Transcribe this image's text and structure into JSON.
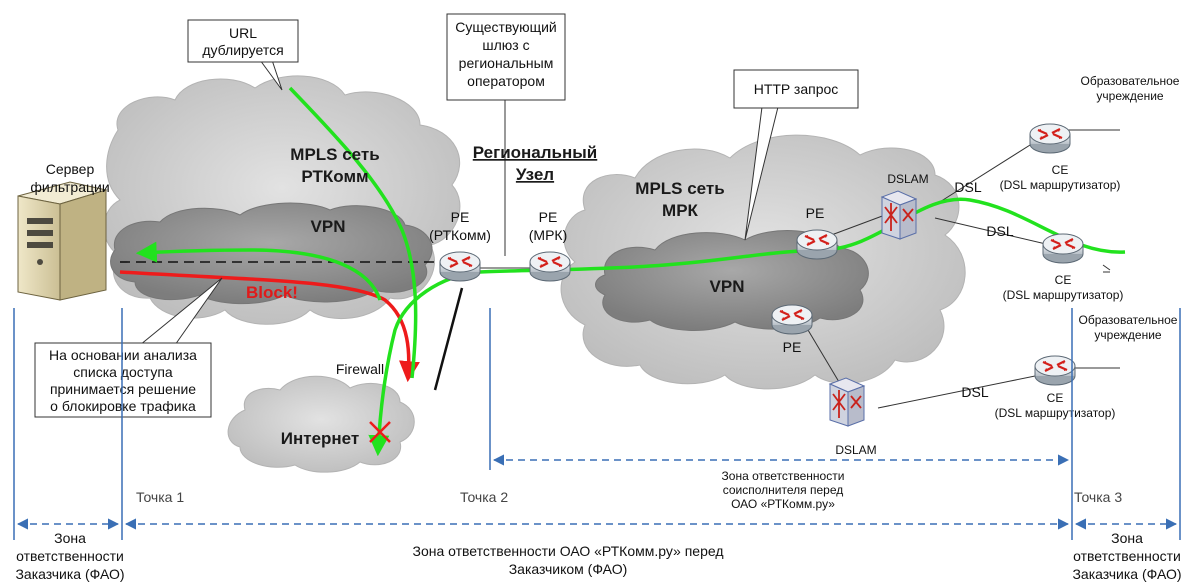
{
  "callouts": {
    "url": [
      "URL",
      "дублируется"
    ],
    "gateway": [
      "Существующий",
      "шлюз с",
      "региональным",
      "оператором"
    ],
    "http": "HTTP запрос",
    "analysis": [
      "На основании анализа",
      "списка доступа",
      "принимается решение",
      "о блокировке трафика"
    ]
  },
  "nodes": {
    "server": [
      "Сервер",
      "фильтрации"
    ],
    "mpls_rt": [
      "MPLS сеть",
      "РТКомм"
    ],
    "vpn_left": "VPN",
    "block": "Block!",
    "firewall": "Firewall",
    "internet": "Интернет",
    "regional": [
      "Региональный",
      "Узел"
    ],
    "pe_rt": [
      "PE",
      "(РТКомм)"
    ],
    "pe_mrk": [
      "PE",
      "(МРК)"
    ],
    "mpls_mrk": [
      "MPLS сеть",
      "МРК"
    ],
    "vpn_right": "VPN",
    "pe_upper": "PE",
    "pe_lower": "PE",
    "dslam_top": "DSLAM",
    "dslam_bottom": "DSLAM",
    "dsl1": "DSL",
    "dsl2": "DSL",
    "dsl3": "DSL",
    "ce1": [
      "CE",
      "(DSL маршрутизатор)"
    ],
    "ce2": [
      "CE",
      "(DSL маршрутизатор)"
    ],
    "ce3": [
      "CE",
      "(DSL маршрутизатор)"
    ],
    "edu1": [
      "Образовательное",
      "учреждение"
    ],
    "edu2": [
      "Образовательное",
      "учреждение"
    ]
  },
  "zones": {
    "point1": "Точка 1",
    "point2": "Точка 2",
    "point3": "Точка 3",
    "coexec": [
      "Зона ответственности",
      "соисполнителя перед",
      "ОАО «РТКомм.ру»"
    ],
    "main": [
      "Зона ответственности ОАО «РТКомм.ру» перед",
      "Заказчиком (ФАО)"
    ],
    "customer_left": [
      "Зона",
      "ответственности",
      "Заказчика (ФАО)"
    ],
    "customer_right": [
      "Зона",
      "ответственности",
      "Заказчика (ФАО)"
    ]
  },
  "colors": {
    "cloud": "#cfcfcf",
    "vpn": "#8e8e8e",
    "green_path": "#22e21e",
    "red_path": "#ee1b1b",
    "zone_line": "#3a6fb5"
  }
}
